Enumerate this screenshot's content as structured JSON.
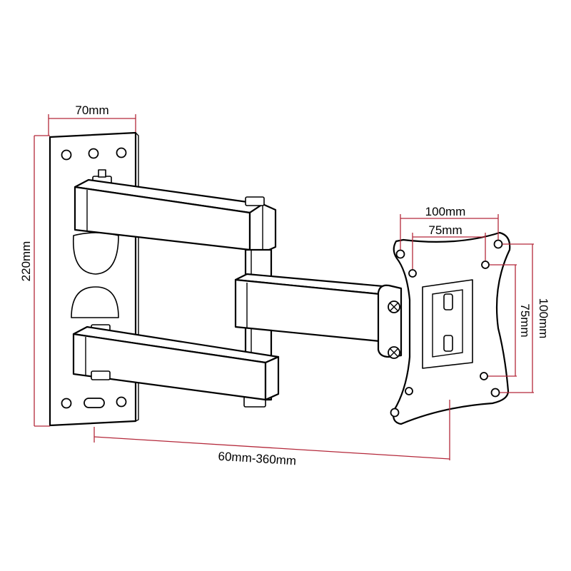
{
  "dimensions": {
    "wall_plate_width": "70mm",
    "wall_plate_height": "220mm",
    "extension": "60mm-360mm",
    "vesa_outer_horizontal": "100mm",
    "vesa_inner_horizontal": "75mm",
    "vesa_outer_vertical": "100mm",
    "vesa_inner_vertical": "75mm"
  },
  "colors": {
    "dimension_line": "#b4283a",
    "outline": "#000000",
    "background": "#ffffff"
  }
}
